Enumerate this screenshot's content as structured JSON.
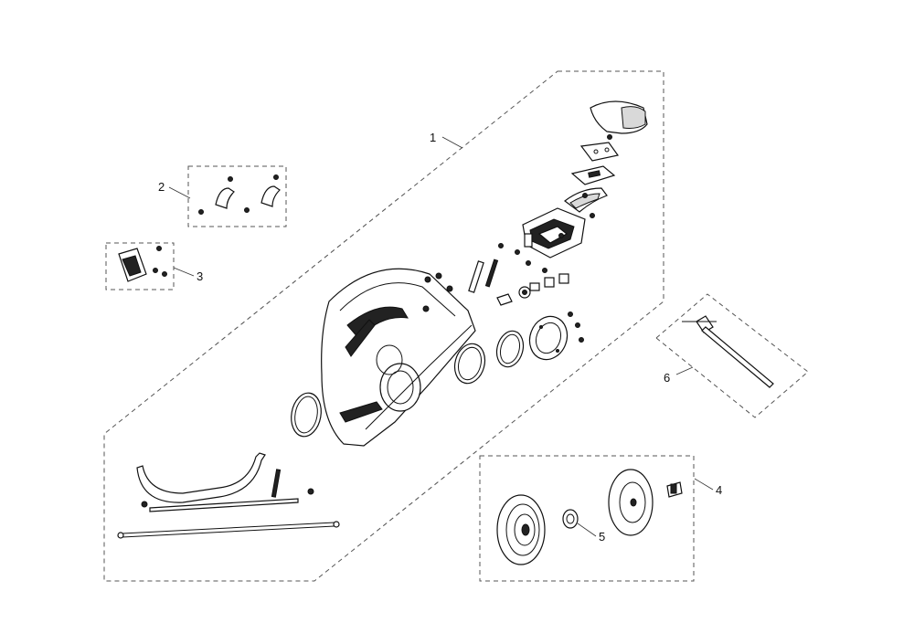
{
  "callouts": {
    "c1": "1",
    "c2": "2",
    "c3": "3",
    "c4": "4",
    "c5": "5",
    "c6": "6"
  },
  "colors": {
    "line": "#111111",
    "dashed_border": "#555555",
    "background": "#ffffff"
  }
}
